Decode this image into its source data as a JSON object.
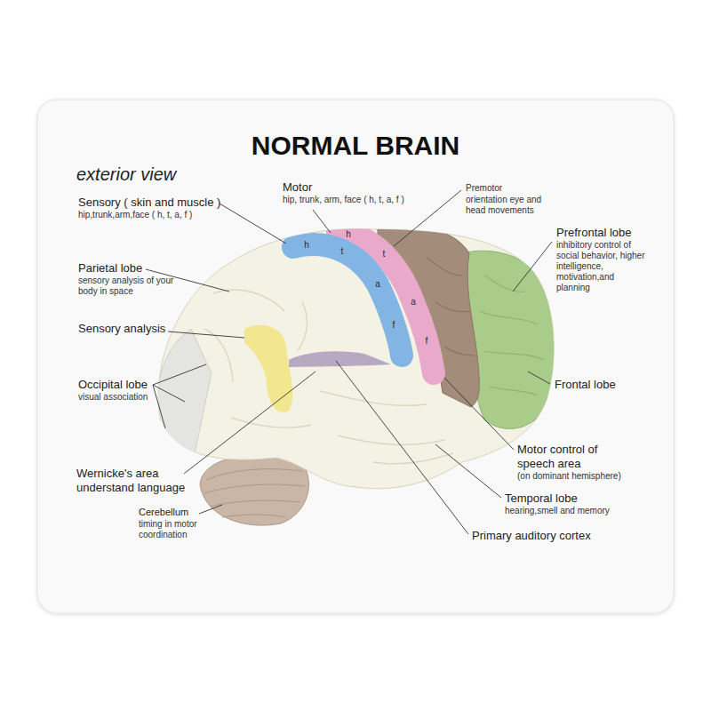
{
  "diagram": {
    "title": "NORMAL BRAIN",
    "labels": [
      "exterior view",
      "Sensory ( skin and muscle )",
      "hip,trunk,arm,face ( h, t, a, f )",
      "Motor",
      "hip, trunk, arm, face ( h, t, a, f )",
      "Premotor",
      "orientation eye and head movements",
      "Prefrontal lobe",
      "inhibitory control of social behavior, higher intelligence, motivation,and planning",
      "Parietal lobe",
      "sensory analysis of your body in space",
      "Sensory analysis",
      "Occipital lobe",
      "visual association",
      "Frontal lobe",
      "Motor control of speech area",
      "(on dominant hemisphere)",
      "Wernicke's area",
      "understand language",
      "Temporal lobe",
      "hearing,smell and memory",
      "Cerebellum",
      "timing in motor coordination",
      "Primary auditory cortex",
      "h",
      "h",
      "t",
      "t",
      "a",
      "a",
      "f",
      "f"
    ]
  }
}
